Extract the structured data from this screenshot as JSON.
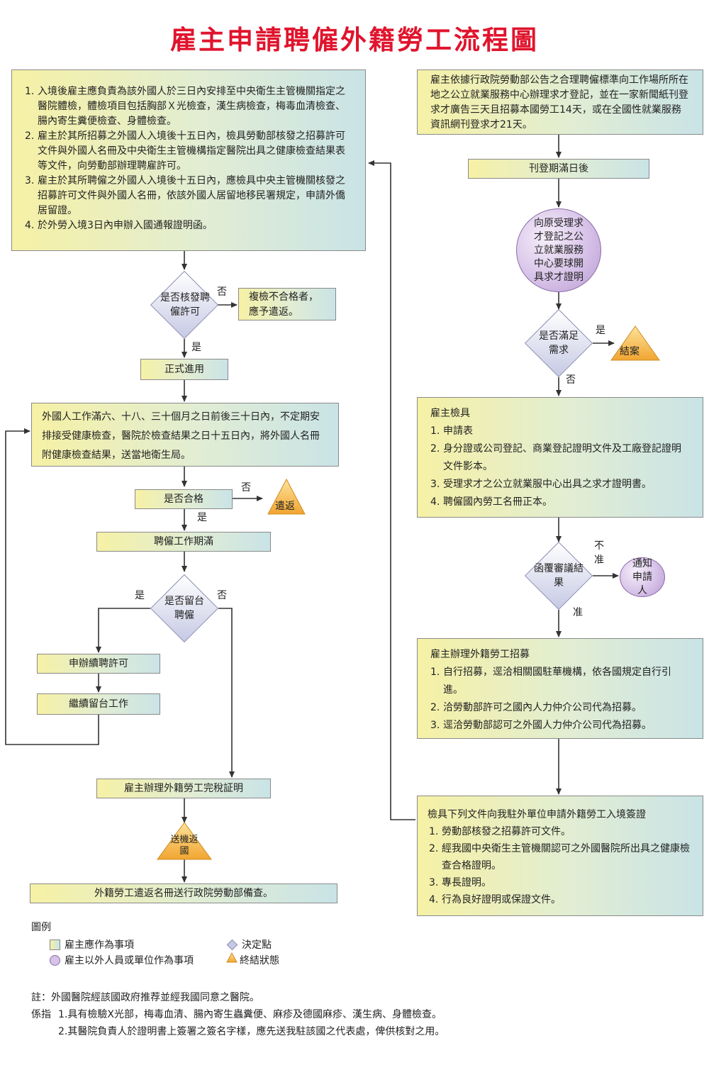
{
  "title": "雇主申請聘僱外籍勞工流程圖",
  "left": {
    "entry_box": {
      "items": [
        {
          "num": "1.",
          "text": "入境後雇主應負責為該外國人於三日內安排至中央衛生主管機關指定之醫院體檢，體檢項目包括胸部Ｘ光檢查，漢生病檢查，梅毒血清檢查、腸內寄生糞便檢查、身體檢查。"
        },
        {
          "num": "2.",
          "text": "雇主於其所招募之外國人入境後十五日內，檢具勞動部核發之招募許可文件與外國人名冊及中央衛生主管機構指定醫院出具之健康檢查結果表等文件，向勞動部辦理聘雇許可。"
        },
        {
          "num": "3.",
          "text": "雇主於其所聘僱之外國人入境後十五日內，應檢具中央主管機關核發之招募許可文件與外國人名冊，依該外國人居留地移民署規定，申請外僑居留證。"
        },
        {
          "num": "4.",
          "text": "於外勞入境3日內申辦入國通報證明函。"
        }
      ]
    },
    "decision_permit": "是否核發聘僱許可",
    "no_label_1": "否",
    "reject_box": "複檢不合格者，應予遣返。",
    "yes_label_1": "是",
    "formal_hire": "正式進用",
    "health_check_box": "外國人工作滿六、十八、三十個月之日前後三十日內，不定期安排接受健康檢查，醫院於檢查結果之日十五日內，將外國人名冊附健康檢查結果，送當地衛生局。",
    "qualified_box": "是否合格",
    "no_label_2": "否",
    "repatriate_end": "遣返",
    "yes_label_2": "是",
    "term_expired_box": "聘僱工作期滿",
    "decision_stay": "是否留台聘僱",
    "yes_label_3": "是",
    "no_label_3": "否",
    "renew_box": "申辦續聘許可",
    "continue_box": "繼續留台工作",
    "tax_box": "雇主辦理外籍勞工完稅証明",
    "return_end": "送機返國",
    "final_box": "外籍勞工遣返名冊送行政院勞動部備查。"
  },
  "right": {
    "start_box": "雇主依據行政院勞動部公告之合理聘僱標準向工作場所所在地之公立就業服務中心辦理求才登記，並在一家新聞紙刊登求才廣告三天且招募本國勞工14天，或在全國性就業服務資訊網刊登求才21天。",
    "posting_done": "刊登期滿日後",
    "apply_circle": "向原受理求才登記之公立就業服務中心要球開具求才證明",
    "decision_demand": "是否滿足需求",
    "yes_label": "是",
    "close_case": "結案",
    "no_label": "否",
    "docs_box": {
      "heading": "雇主檢具",
      "items": [
        {
          "num": "1.",
          "text": "申請表"
        },
        {
          "num": "2.",
          "text": "身分證或公司登記、商業登記證明文件及工廠登記證明文件影本。"
        },
        {
          "num": "3.",
          "text": "受理求才之公立就業服中心出具之求才證明書。"
        },
        {
          "num": "4.",
          "text": "聘僱國內勞工名冊正本。"
        }
      ]
    },
    "decision_review": "函覆審議結果",
    "reject_label": "不准",
    "notify_circle": "通知申請人",
    "approve_label": "准",
    "recruit_box": {
      "heading": "雇主辦理外籍勞工招募",
      "items": [
        {
          "num": "1.",
          "text": "自行招募，逕洽相關國駐華機構，依各國規定自行引進。"
        },
        {
          "num": "2.",
          "text": "洽勞動部許可之國內人力仲介公司代為招募。"
        },
        {
          "num": "3.",
          "text": "逕洽勞動部認可之外國人力仲介公司代為招募。"
        }
      ]
    },
    "visa_box": {
      "heading": "檢具下列文件向我駐外單位申請外籍勞工入境簽證",
      "items": [
        {
          "num": "1.",
          "text": "勞動部核發之招募許可文件。"
        },
        {
          "num": "2.",
          "text": "經我國中央衛生主管機關認可之外國醫院所出具之健康檢查合格證明。"
        },
        {
          "num": "3.",
          "text": "專長證明。"
        },
        {
          "num": "4.",
          "text": "行為良好證明或保證文件。"
        }
      ]
    }
  },
  "legend": {
    "title": "圖例",
    "employer_action": "雇主應作為事項",
    "other_action": "雇主以外人員或單位作為事項",
    "decision": "決定點",
    "end_state": "終結狀態"
  },
  "notes": {
    "line1": "註：外國醫院經該國政府推荐並經我國同意之醫院。",
    "prefix": "係指",
    "item1": "1.具有檢驗X光部，梅毒血清、腸內寄生蟲糞便、麻疹及德國麻疹、漢生病、身體檢查。",
    "item2": "2.其醫院負責人於證明書上簽署之簽名字樣，應先送我駐該國之代表處，俾供核對之用。"
  },
  "colors": {
    "title": "#e0142d",
    "box_gradient_start": "#f6f1a5",
    "box_gradient_end": "#c9e3e6",
    "diamond": "#c6c9e4",
    "circle": "#d7c2e8",
    "triangle": "#f2a93b",
    "line": "#333333"
  }
}
